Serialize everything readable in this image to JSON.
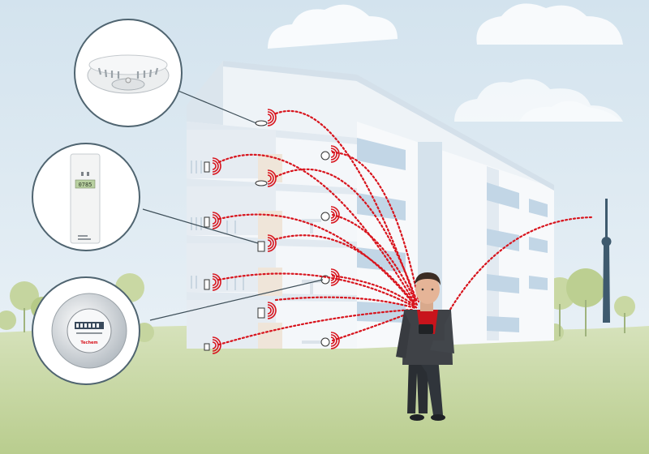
{
  "scene": {
    "colors": {
      "sky": "#dde9f1",
      "ground": "#c9d8a6",
      "building_front": "#f4f7fa",
      "building_side": "#e3ebf2",
      "window": "#c2d6e6",
      "signal": "#d8141d",
      "callout_ring": "#4f6470",
      "tree": "#c8d7a2"
    },
    "callouts": [
      {
        "id": "smoke-detector",
        "icon": "smoke-detector-icon"
      },
      {
        "id": "heat-cost-allocator",
        "icon": "heat-cost-allocator-icon",
        "display": "0785"
      },
      {
        "id": "water-meter",
        "icon": "water-meter-icon",
        "brand": "Techem"
      }
    ],
    "person": {
      "role": "technician",
      "device": "handheld-reader-icon"
    },
    "tower": {
      "icon": "radio-tower-icon"
    }
  }
}
